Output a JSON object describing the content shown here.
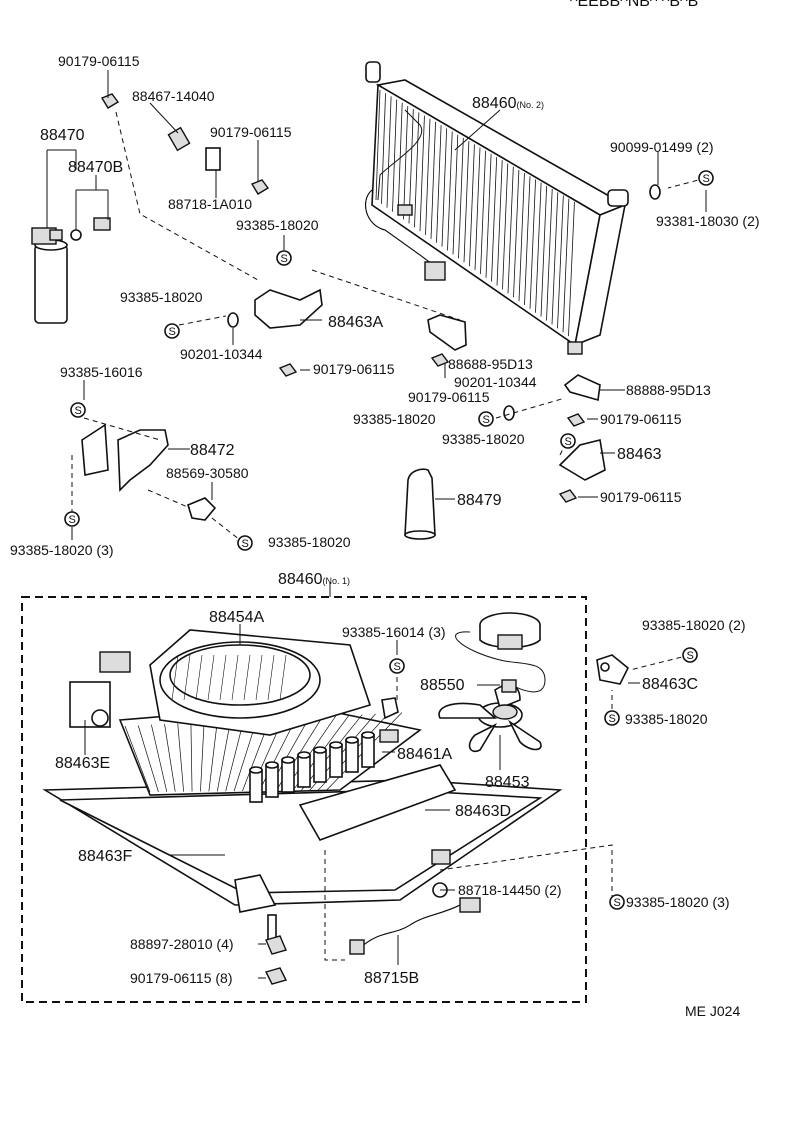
{
  "header_fragment": "^EEBB^NB^ ^B^B",
  "corner_code": "ME J024",
  "labels": {
    "p90179_06115_a": "90179-06115",
    "p88467_14040": "88467-14040",
    "p88470": "88470",
    "p88470b": "88470B",
    "p90179_06115_b": "90179-06115",
    "p88718_1a010": "88718-1A010",
    "p93385_18020_a": "93385-18020",
    "p88460": "88460",
    "p88460_no2": "(No. 2)",
    "p90099_01499": "90099-01499 (2)",
    "p93381_18030": "93381-18030 (2)",
    "p93385_18020_b": "93385-18020",
    "p88463a": "88463A",
    "p90201_10344_a": "90201-10344",
    "p90179_06115_c": "90179-06115",
    "p88688_95d13_a": "88688-95D13",
    "p93385_16016": "93385-16016",
    "p90179_06115_d": "90179-06115",
    "p90201_10344_b": "90201-10344",
    "p88888_95d13": "88888-95D13",
    "p93385_18020_c": "93385-18020",
    "p90179_06115_e": "90179-06115",
    "p88472": "88472",
    "p93385_18020_d": "93385-18020",
    "p88463": "88463",
    "p88569_30580": "88569-30580",
    "p88479": "88479",
    "p90179_06115_f": "90179-06115",
    "p93385_18020_e": "93385-18020",
    "p93385_18020_3a": "93385-18020 (3)",
    "p88460_main": "88460",
    "p88460_no1": "(No. 1)",
    "p88454a": "88454A",
    "p93385_16014": "93385-16014 (3)",
    "p93385_18020_2": "93385-18020 (2)",
    "p88550": "88550",
    "p88463c": "88463C",
    "p93385_18020_f": "93385-18020",
    "p88461a": "88461A",
    "p88463e": "88463E",
    "p88453": "88453",
    "p88463d": "88463D",
    "p88463f": "88463F",
    "p88718_14450": "88718-14450 (2)",
    "p93385_18020_3b": "93385-18020 (3)",
    "p88897_28010": "88897-28010 (4)",
    "p90179_06115_8": "90179-06115 (8)",
    "p88715b": "88715B"
  },
  "symbols": {
    "screw_mark": "S"
  }
}
